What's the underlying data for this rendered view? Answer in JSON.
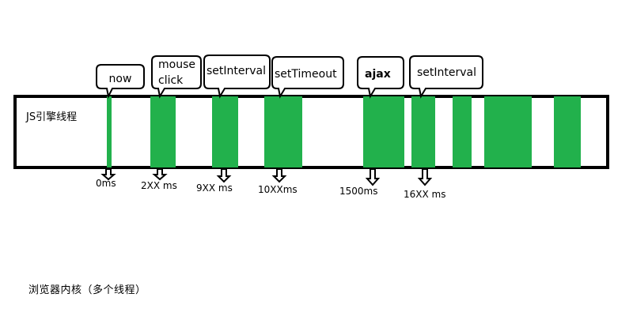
{
  "timeline": {
    "label": "JS引擎线程",
    "bar_color": "#22b14c",
    "border_color": "#000000"
  },
  "callouts": [
    {
      "text": "now"
    },
    {
      "text": "mouse\nclick"
    },
    {
      "text": "setInterval"
    },
    {
      "text": "setTimeout"
    },
    {
      "text": "ajax",
      "bold": true
    },
    {
      "text": "setInterval"
    }
  ],
  "time_markers": [
    {
      "label": "0ms"
    },
    {
      "label": "2XX ms"
    },
    {
      "label": "9XX ms"
    },
    {
      "label": "10XXms"
    },
    {
      "label": "1500ms"
    },
    {
      "label": "16XX ms"
    }
  ],
  "caption": "浏览器内核（多个线程）"
}
